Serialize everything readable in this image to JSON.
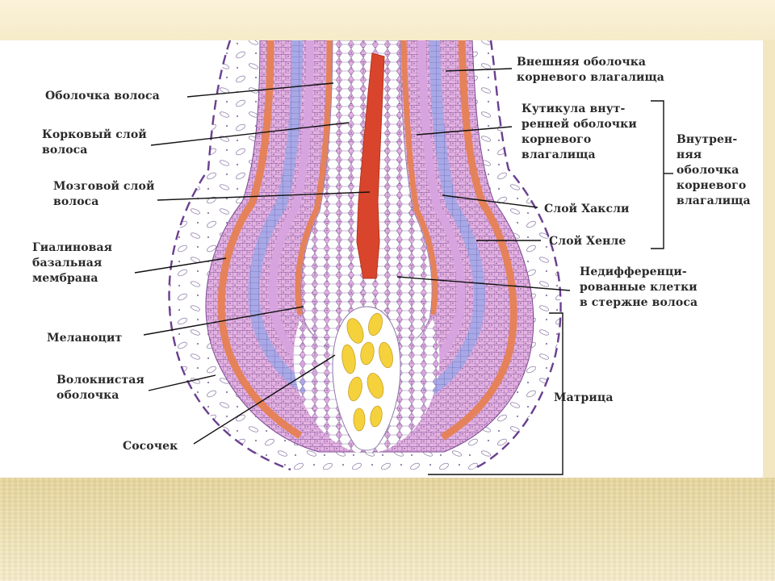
{
  "labels": {
    "hair_sheath": "Оболочка волоса",
    "cortex": "Корковый слой\nволоса",
    "medulla": "Мозговой слой\nволоса",
    "glassy_membrane": "Гиалиновая\nбазальная\nмембрана",
    "melanocyte": "Меланоцит",
    "fibrous_sheath": "Волокнистая\nоболочка",
    "papilla": "Сосочек",
    "outer_root_sheath": "Внешняя оболочка\nкорневого влагалища",
    "inner_cuticle": "Кутикула внут-\nренней оболочки\nкорневого\nвлагалища",
    "inner_root_sheath_group": "Внутрен-\nняя\nоболочка\nкорневого\nвлагалища",
    "huxley_layer": "Слой Хаксли",
    "henle_layer": "Слой Хенле",
    "undifferentiated_cells": "Недифференци-\nрованные клетки\nв стержне волоса",
    "matrix": "Матрица"
  },
  "colors": {
    "slide_background": "#f3e7c2",
    "panel": "#ffffff",
    "medulla": "#d9452c",
    "orange_layer": "#e5825a",
    "blue_layer": "#a9a8e6",
    "pink_layer": "#e4b3e2",
    "papilla_cells": "#f5d23c",
    "outline_purple": "#6a3f8f",
    "leader_line": "#111111"
  }
}
